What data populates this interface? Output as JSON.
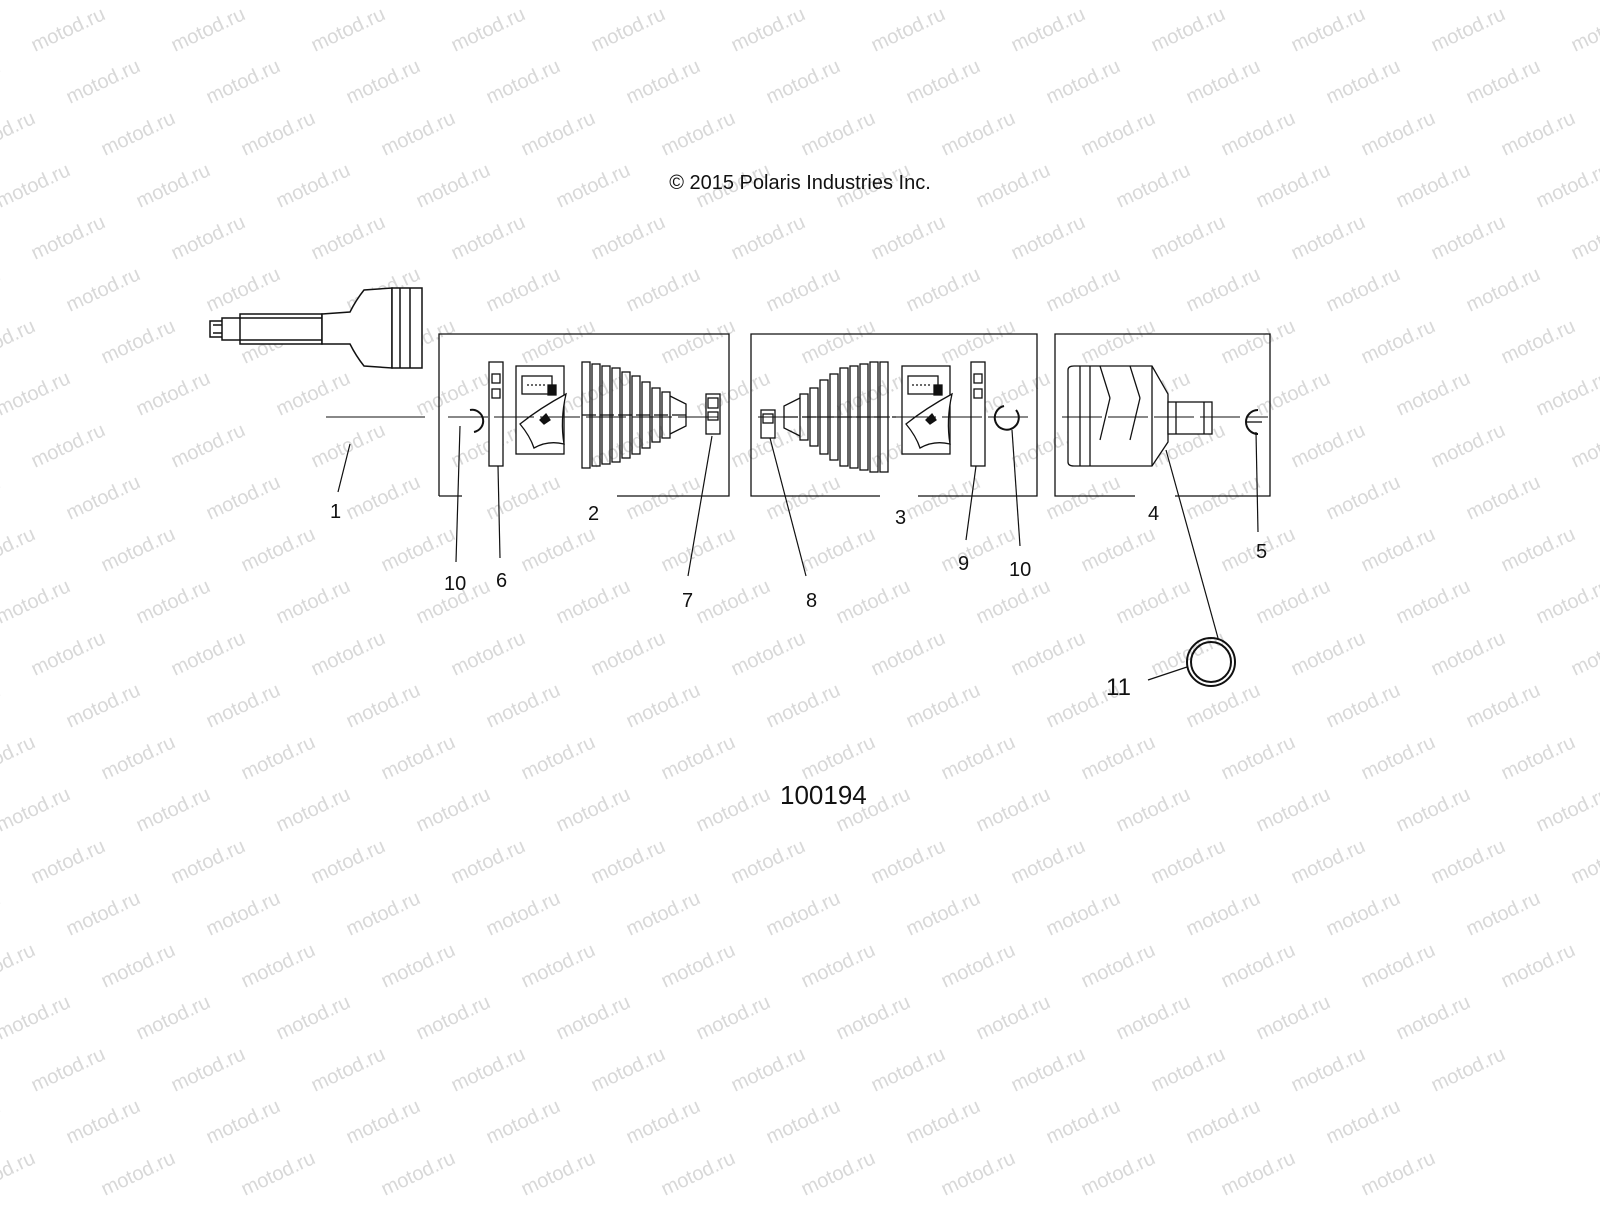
{
  "copyright": "© 2015 Polaris Industries Inc.",
  "diagram_id": "100194",
  "watermark_text": "motod.ru",
  "callouts": [
    {
      "id": "c1",
      "text": "1"
    },
    {
      "id": "c2",
      "text": "2"
    },
    {
      "id": "c3",
      "text": "3"
    },
    {
      "id": "c4",
      "text": "4"
    },
    {
      "id": "c5",
      "text": "5"
    },
    {
      "id": "c6",
      "text": "6"
    },
    {
      "id": "c7",
      "text": "7"
    },
    {
      "id": "c8",
      "text": "8"
    },
    {
      "id": "c9",
      "text": "9"
    },
    {
      "id": "c10a",
      "text": "10"
    },
    {
      "id": "c10b",
      "text": "10"
    },
    {
      "id": "c11",
      "text": "11"
    }
  ]
}
